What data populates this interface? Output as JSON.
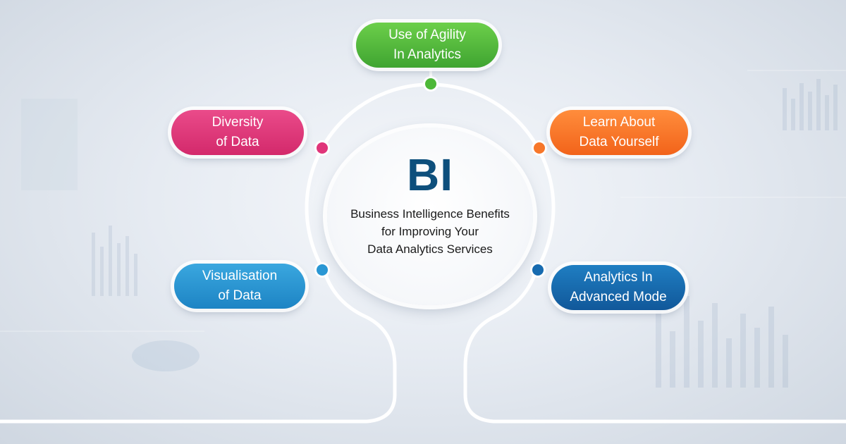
{
  "center": {
    "title": "BI",
    "subtitle_lines": [
      "Business Intelligence Benefits",
      "for Improving Your",
      "Data Analytics Services"
    ]
  },
  "nodes": [
    {
      "id": "agility",
      "lines": [
        "Use of Agility",
        "In Analytics"
      ],
      "color": "#4cb838"
    },
    {
      "id": "diversity",
      "lines": [
        "Diversity",
        "of Data"
      ],
      "color": "#e0357a"
    },
    {
      "id": "learn",
      "lines": [
        "Learn About",
        "Data Yourself"
      ],
      "color": "#f7772a"
    },
    {
      "id": "visualisation",
      "lines": [
        "Visualisation",
        "of Data"
      ],
      "color": "#2a97d4"
    },
    {
      "id": "advanced",
      "lines": [
        "Analytics In",
        "Advanced Mode"
      ],
      "color": "#176bb0"
    }
  ]
}
